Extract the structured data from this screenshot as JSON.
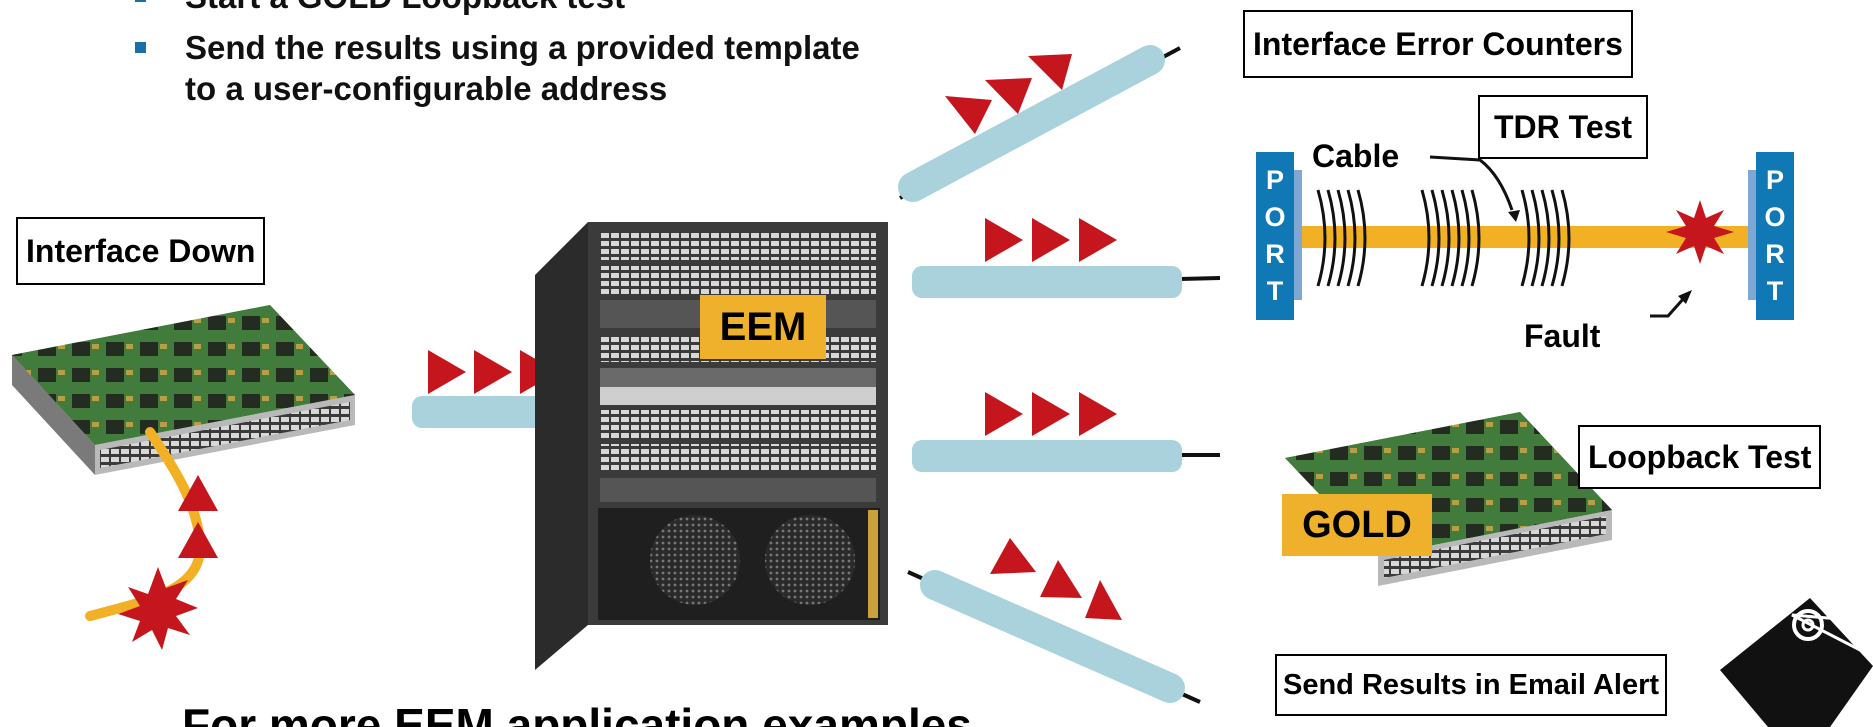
{
  "bullets": [
    "Start a GOLD Loopback test",
    "Send the results using a provided template\nto a user-configurable address"
  ],
  "labels": {
    "interface_down": "Interface Down",
    "eem": "EEM",
    "interface_error_counters": "Interface Error Counters",
    "tdr_test": "TDR Test",
    "cable": "Cable",
    "fault": "Fault",
    "port": "PORT",
    "loopback_test": "Loopback Test",
    "gold": "GOLD",
    "email_alert": "Send Results in Email Alert"
  },
  "footer": "For more EEM application examples",
  "colors": {
    "arrow_red": "#c4161c",
    "pipe_blue": "#a9d2dc",
    "gold_plate": "#efb12c",
    "cable_orange": "#f2b124",
    "port_blue": "#0f78b5",
    "bullet_blue": "#1b6fa8"
  },
  "icons": [
    "switch-chassis-image",
    "line-card-image",
    "fault-burst-icon",
    "email-at-icon"
  ]
}
